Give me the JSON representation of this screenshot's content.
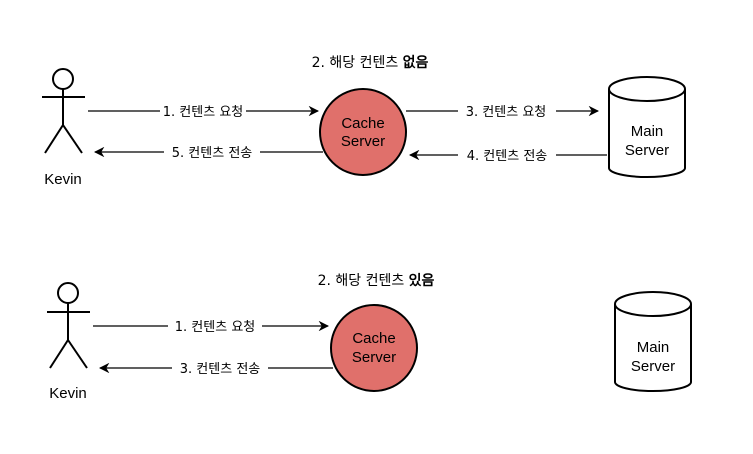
{
  "colors": {
    "cache_fill": "#e0706b",
    "stroke": "#000000",
    "background": "#ffffff"
  },
  "scenario_miss": {
    "title_prefix": "2. 해당 컨텐츠 ",
    "title_bold": "없음",
    "actor": "Kevin",
    "cache": {
      "line1": "Cache",
      "line2": "Server"
    },
    "main": {
      "line1": "Main",
      "line2": "Server"
    },
    "edge1": "1. 컨텐츠 요청",
    "edge3": "3. 컨텐츠 요청",
    "edge4": "4. 컨텐츠 전송",
    "edge5": "5. 컨텐츠 전송"
  },
  "scenario_hit": {
    "title_prefix": "2. 해당 컨텐츠 ",
    "title_bold": "있음",
    "actor": "Kevin",
    "cache": {
      "line1": "Cache",
      "line2": "Server"
    },
    "main": {
      "line1": "Main",
      "line2": "Server"
    },
    "edge1": "1. 컨텐츠 요청",
    "edge3": "3. 컨텐츠 전송"
  }
}
